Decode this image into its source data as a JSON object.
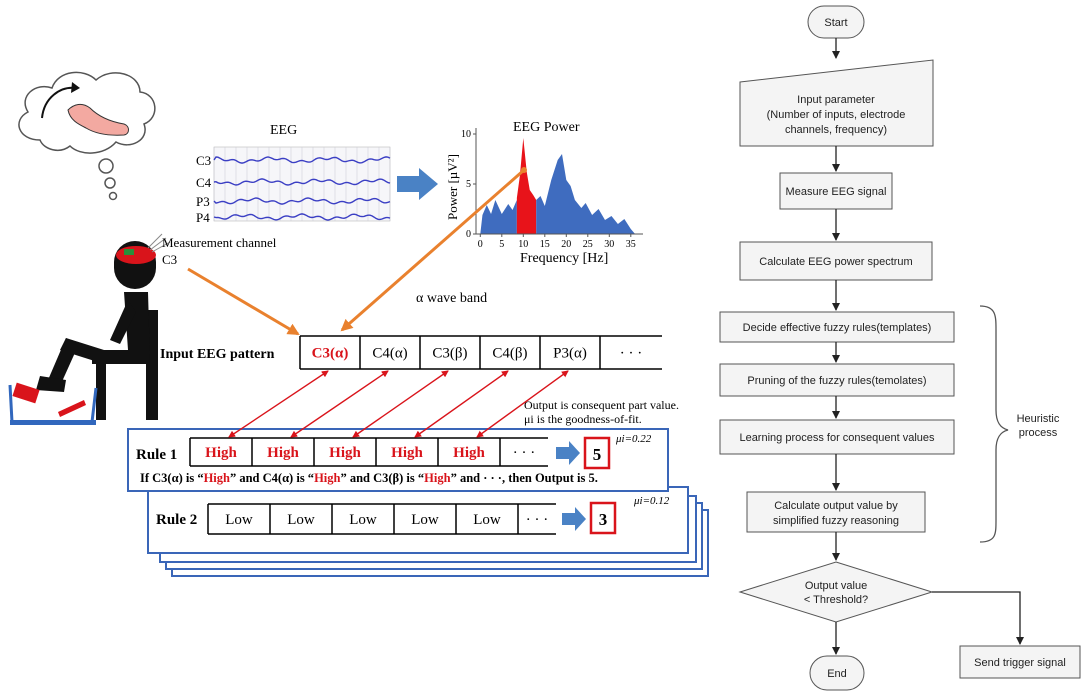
{
  "eeg_trace": {
    "title": "EEG",
    "channels": [
      "C3",
      "C4",
      "P3",
      "P4"
    ]
  },
  "eeg_power": {
    "title": "EEG Power",
    "ylabel": "Power [µV²]",
    "xlabel": "Frequency [Hz]",
    "x_ticks": [
      "0",
      "5",
      "10",
      "15",
      "20",
      "25",
      "30",
      "35"
    ],
    "y_ticks": [
      "0",
      "5",
      "10"
    ],
    "highlight_color": "#e8131a",
    "spectrum_color": "#3f6cbf"
  },
  "subject": {
    "measurement_label_1": "Measurement channel",
    "measurement_label_2": "C3"
  },
  "alpha_label": "α wave band",
  "input_pattern": {
    "label": "Input EEG pattern",
    "cells": [
      "C3(α)",
      "C4(α)",
      "C3(β)",
      "C4(β)",
      "P3(α)",
      "· · ·"
    ]
  },
  "consequent_note": {
    "line1": "Output is consequent part value.",
    "line2": "μi is the goodness-of-fit."
  },
  "rule1": {
    "label": "Rule 1",
    "cells": [
      "High",
      "High",
      "High",
      "High",
      "High",
      "· · ·"
    ],
    "output": "5",
    "mu": "μi=0.22",
    "sentence": {
      "p1": "If C3(α) is “",
      "h1": "High",
      "p2": "” and C4(α) is “",
      "h2": "High",
      "p3": "” and  C3(β) is “",
      "h3": "High",
      "p4": "” and · · ·, then Output is 5."
    }
  },
  "rule2": {
    "label": "Rule 2",
    "cells": [
      "Low",
      "Low",
      "Low",
      "Low",
      "Low",
      "· · ·"
    ],
    "output": "3",
    "mu": "μi=0.12"
  },
  "flowchart": {
    "start": "Start",
    "input_param": [
      "Input parameter",
      "(Number of inputs, electrode",
      "channels, frequency)"
    ],
    "measure": "Measure EEG signal",
    "calc_power": "Calculate EEG power spectrum",
    "decide_rules": "Decide effective fuzzy rules(templates)",
    "pruning": "Pruning of the fuzzy rules(temolates)",
    "learning": "Learning process for consequent values",
    "calc_output": [
      "Calculate output value by",
      "simplified fuzzy reasoning"
    ],
    "decision": [
      "Output value",
      "< Threshold?"
    ],
    "send_trigger": "Send trigger signal",
    "end": "End",
    "heuristic": [
      "Heuristic",
      "process"
    ]
  }
}
